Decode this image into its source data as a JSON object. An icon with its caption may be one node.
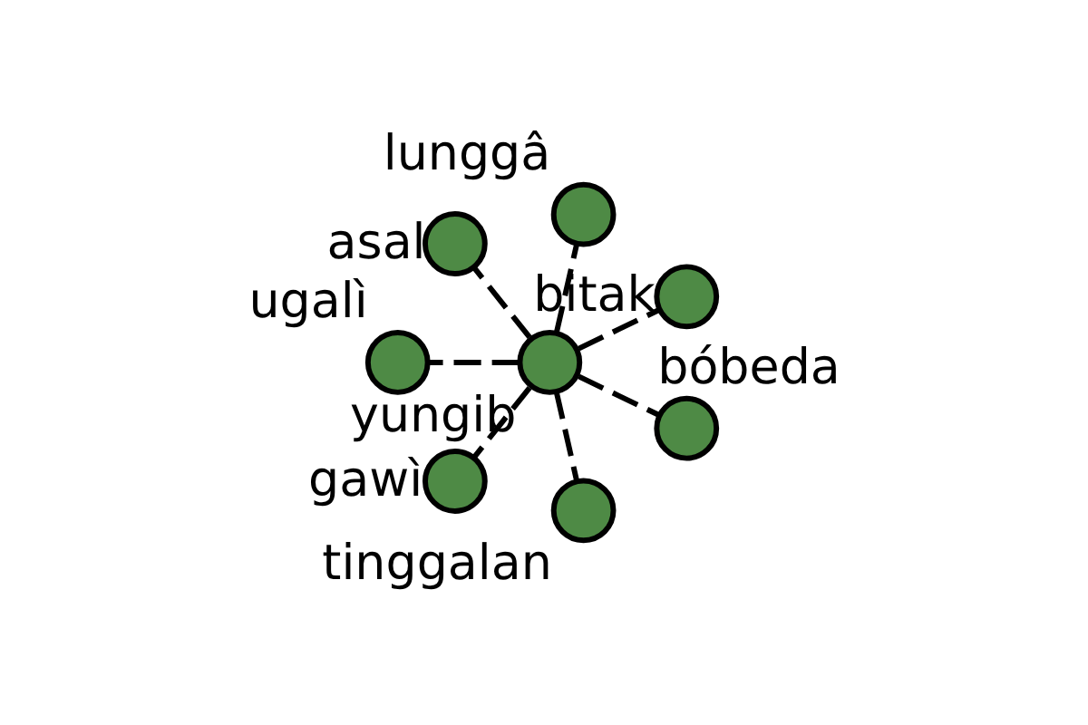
{
  "diagram": {
    "nodes": [
      {
        "text": [],
        "shape": "circle",
        "beside": [
          "bitak"
        ]
      },
      {
        "text": [],
        "shape": "circle",
        "beside": [
          "lunggâ"
        ]
      },
      {
        "text": [],
        "shape": "circle",
        "beside": [
          "asal"
        ]
      },
      {
        "text": [],
        "shape": "circle",
        "beside": [
          "ugalì"
        ]
      },
      {
        "text": [],
        "shape": "circle",
        "beside": [
          "yungib"
        ]
      },
      {
        "text": [],
        "shape": "circle",
        "beside": [
          "gawì"
        ]
      },
      {
        "text": [],
        "shape": "circle",
        "beside": [
          "tinggalan"
        ]
      },
      {
        "text": [],
        "shape": "circle",
        "beside": [
          "bóbeda"
        ]
      }
    ],
    "edges": [
      {
        "from": 4,
        "to": 0,
        "arrow": "none",
        "style": "dashed"
      },
      {
        "from": 4,
        "to": 1,
        "arrow": "none",
        "style": "dashed"
      },
      {
        "from": 4,
        "to": 2,
        "arrow": "none",
        "style": "dashed"
      },
      {
        "from": 4,
        "to": 3,
        "arrow": "none",
        "style": "dashed"
      },
      {
        "from": 4,
        "to": 5,
        "arrow": "none",
        "style": "dashed"
      },
      {
        "from": 4,
        "to": 6,
        "arrow": "none",
        "style": "dashed"
      },
      {
        "from": 4,
        "to": 7,
        "arrow": "none",
        "style": "dashed"
      }
    ]
  }
}
